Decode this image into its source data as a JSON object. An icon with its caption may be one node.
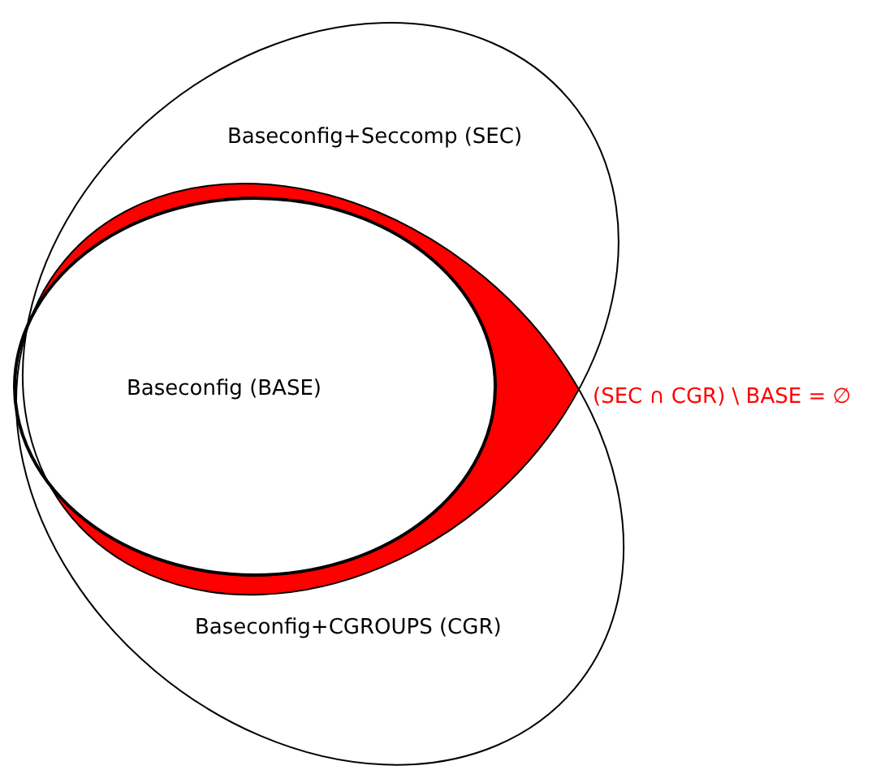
{
  "diagram": {
    "nodes": [
      {
        "text": [
          "Baseconfig+Seccomp (SEC)"
        ]
      },
      {
        "text": [
          "Baseconfig+CGROUPS (CGR)"
        ]
      },
      {
        "text": [
          "Baseconfig (BASE)"
        ]
      }
    ],
    "labels": [
      "(SEC ∩ CGR) \\ BASE = ∅"
    ]
  }
}
